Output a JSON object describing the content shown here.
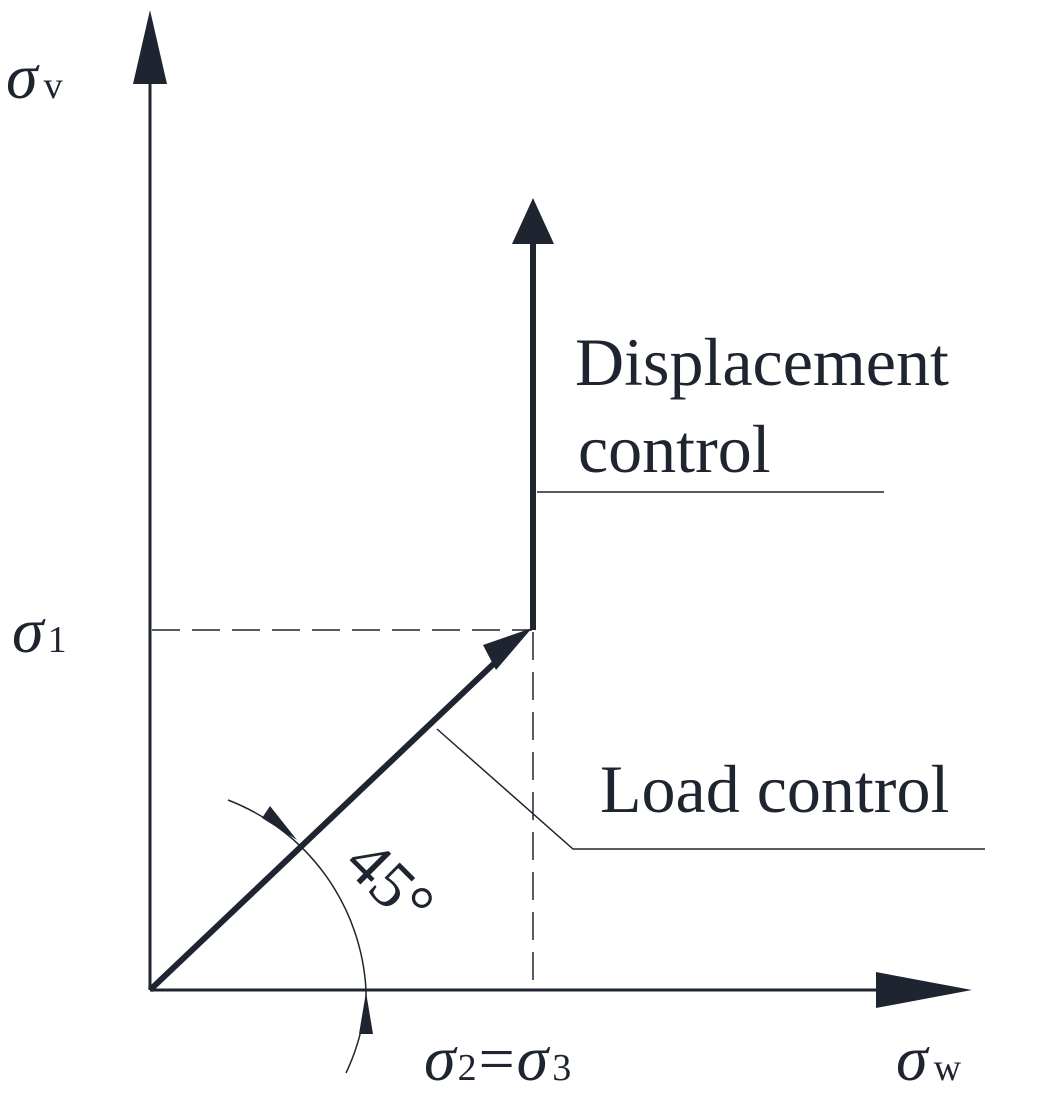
{
  "axes": {
    "vertical": {
      "symbol": "σ",
      "subscript": "v"
    },
    "horizontal": {
      "symbol": "σ",
      "subscript": "w"
    }
  },
  "ticks": {
    "sigma1": {
      "symbol": "σ",
      "subscript": "1"
    },
    "sigma23": {
      "symbol_a": "σ",
      "subscript_a": "2",
      "equals": "=",
      "symbol_b": "σ",
      "subscript_b": "3"
    }
  },
  "annotations": {
    "displacement_line1": "Displacement",
    "displacement_line2": "control",
    "load": "Load control",
    "angle": "45°"
  },
  "colors": {
    "ink": "#1f2530",
    "background": "#ffffff"
  }
}
